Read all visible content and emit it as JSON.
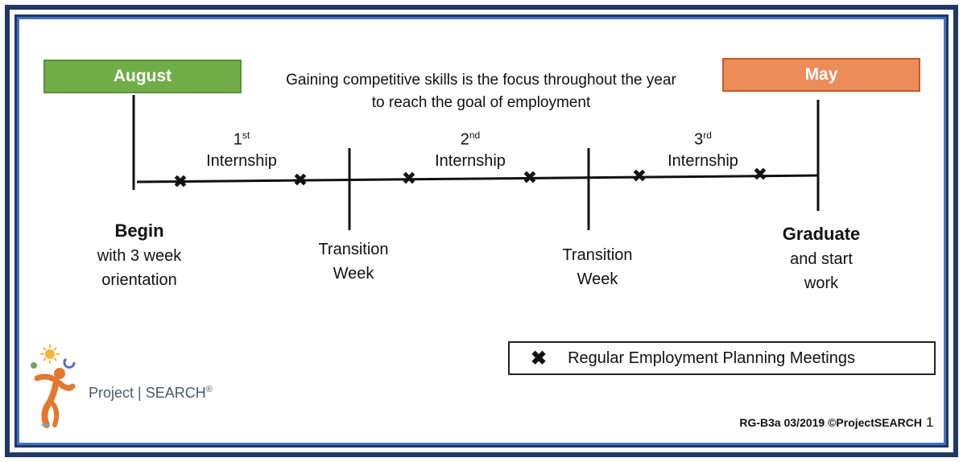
{
  "start_label": "August",
  "end_label": "May",
  "focus_text_line1": "Gaining competitive skills is the focus throughout the year",
  "focus_text_line2": "to reach the goal of employment",
  "internships": [
    {
      "ordinal": "1",
      "suffix": "st",
      "label": "Internship"
    },
    {
      "ordinal": "2",
      "suffix": "nd",
      "label": "Internship"
    },
    {
      "ordinal": "3",
      "suffix": "rd",
      "label": "Internship"
    }
  ],
  "begin": {
    "title": "Begin",
    "line1": "with 3 week",
    "line2": "orientation"
  },
  "transition_1": {
    "line1": "Transition",
    "line2": "Week"
  },
  "transition_2": {
    "line1": "Transition",
    "line2": "Week"
  },
  "graduate": {
    "title": "Graduate",
    "line1": "and start",
    "line2": "work"
  },
  "legend": {
    "symbol": "✖",
    "text": "Regular Employment Planning Meetings"
  },
  "logo": {
    "text": "Project | SEARCH",
    "mark": "®"
  },
  "footer": {
    "code": "RG-B3a 03/2019 ©ProjectSEARCH",
    "page": "1"
  },
  "colors": {
    "start": "#70ad47",
    "end": "#ed8c5b",
    "frame": "#1f3864",
    "frame_inner": "#4472c4"
  }
}
